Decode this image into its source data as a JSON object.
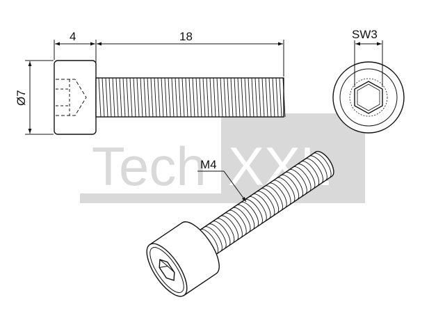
{
  "watermark": {
    "brand_left": "Tech",
    "brand_right": "XXL",
    "color": "#d9d9d9"
  },
  "dimensions": {
    "head_length": "4",
    "shaft_length": "18",
    "head_diameter": "Ø7",
    "socket_size": "SW3",
    "thread": "M4"
  },
  "colors": {
    "line": "#111111",
    "background": "#ffffff"
  }
}
